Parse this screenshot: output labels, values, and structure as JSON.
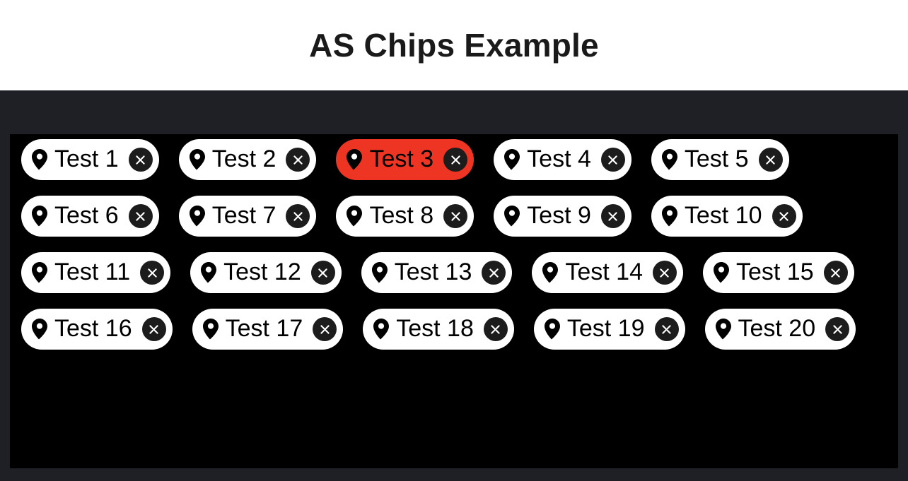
{
  "header": {
    "title": "AS Chips Example"
  },
  "colors": {
    "page_background": "#ffffff",
    "stage_background": "#1e2026",
    "panel_background": "#000000",
    "chip_background": "#ffffff",
    "chip_selected_background": "#ee3524",
    "chip_text": "#000000",
    "close_button_background": "#1c1c1c",
    "close_icon": "#ffffff",
    "title_text": "#1a1a1a"
  },
  "chips_panel": {
    "icons": {
      "leading": "location-pin-icon",
      "trailing": "close-icon"
    },
    "chips": [
      {
        "label": "Test 1",
        "selected": false
      },
      {
        "label": "Test 2",
        "selected": false
      },
      {
        "label": "Test 3",
        "selected": true
      },
      {
        "label": "Test 4",
        "selected": false
      },
      {
        "label": "Test 5",
        "selected": false
      },
      {
        "label": "Test 6",
        "selected": false
      },
      {
        "label": "Test 7",
        "selected": false
      },
      {
        "label": "Test 8",
        "selected": false
      },
      {
        "label": "Test 9",
        "selected": false
      },
      {
        "label": "Test 10",
        "selected": false
      },
      {
        "label": "Test 11",
        "selected": false
      },
      {
        "label": "Test 12",
        "selected": false
      },
      {
        "label": "Test 13",
        "selected": false
      },
      {
        "label": "Test 14",
        "selected": false
      },
      {
        "label": "Test 15",
        "selected": false
      },
      {
        "label": "Test 16",
        "selected": false
      },
      {
        "label": "Test 17",
        "selected": false
      },
      {
        "label": "Test 18",
        "selected": false
      },
      {
        "label": "Test 19",
        "selected": false
      },
      {
        "label": "Test 20",
        "selected": false
      }
    ]
  }
}
